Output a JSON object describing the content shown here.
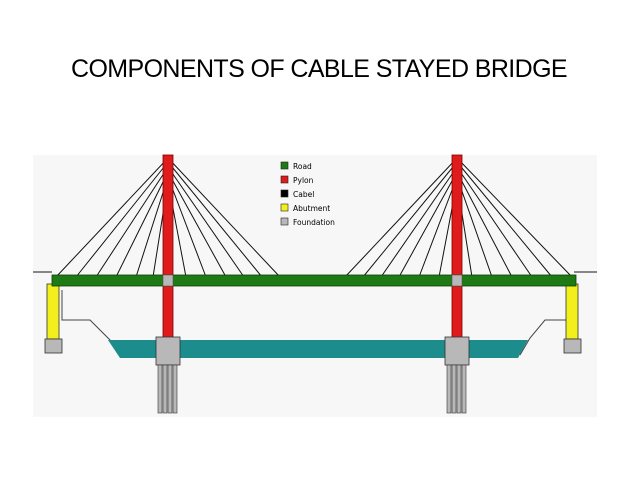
{
  "slide": {
    "title": "COMPONENTS OF CABLE STAYED BRIDGE"
  },
  "legend": [
    {
      "label": "Road",
      "color": "#1e7a14"
    },
    {
      "label": "Pylon",
      "color": "#e01b1b"
    },
    {
      "label": "Cabel",
      "color": "#000000"
    },
    {
      "label": "Abutment",
      "color": "#f2ef1c"
    },
    {
      "label": "Foundation",
      "color": "#b8b8b8"
    }
  ],
  "colors": {
    "background_panel": "#f7f7f7",
    "water": "#1d8c8c",
    "ground_line": "#444444"
  }
}
